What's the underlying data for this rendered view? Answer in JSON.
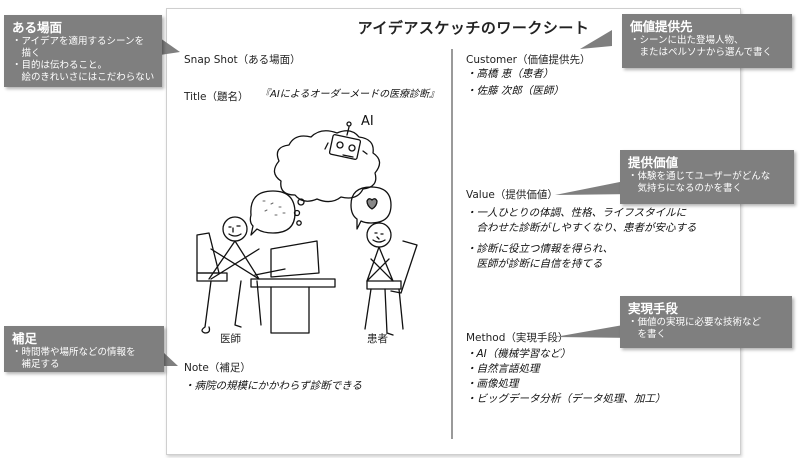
{
  "sheet": {
    "title": "アイデアスケッチのワークシート",
    "snapshot": {
      "label": "Snap Shot（ある場面）",
      "title_label": "Title（題名）",
      "title_value": "『AIによるオーダーメードの医療診断』",
      "sketch": {
        "ai_label": "AI",
        "doctor_caption": "医師",
        "patient_caption": "患者"
      }
    },
    "note": {
      "label": "Note（補足）",
      "items": [
        "・病院の規模にかかわらず診断できる"
      ]
    },
    "customer": {
      "label": "Customer（価値提供先）",
      "items": [
        "・高橋 恵（患者）",
        "・佐藤 次郎（医師）"
      ]
    },
    "value": {
      "label": "Value（提供価値）",
      "items": [
        [
          "・一人ひとりの体調、性格、ライフスタイルに",
          "　合わせた診断がしやすくなり、患者が安心する"
        ],
        [
          "・診断に役立つ情報を得られ、",
          "　医師が診断に自信を持てる"
        ]
      ]
    },
    "method": {
      "label": "Method（実現手段）",
      "items": [
        "・AI（機械学習など）",
        "・自然言語処理",
        "・画像処理",
        "・ビッグデータ分析（データ処理、加工）"
      ]
    }
  },
  "callouts": {
    "scene": {
      "title": "ある場面",
      "lines": [
        "・アイデアを適用するシーンを",
        "　描く",
        "・目的は伝わること。",
        "　絵のきれいさにはこだわらない"
      ]
    },
    "customer": {
      "title": "価値提供先",
      "lines": [
        "・シーンに出た登場人物、",
        "　またはペルソナから選んで書く"
      ]
    },
    "value": {
      "title": "提供価値",
      "lines": [
        "・体験を通じてユーザーがどんな",
        "　気持ちになるのかを書く"
      ]
    },
    "method": {
      "title": "実現手段",
      "lines": [
        "・価値の実現に必要な技術など",
        "　を書く"
      ]
    },
    "note": {
      "title": "補足",
      "lines": [
        "・時間帯や場所などの情報を",
        "　補足する"
      ]
    }
  },
  "colors": {
    "callout_bg": "#7f7f7f",
    "callout_text": "#ffffff",
    "divider": "#9a9a9a",
    "sheet_border": "#cfcfcf"
  }
}
